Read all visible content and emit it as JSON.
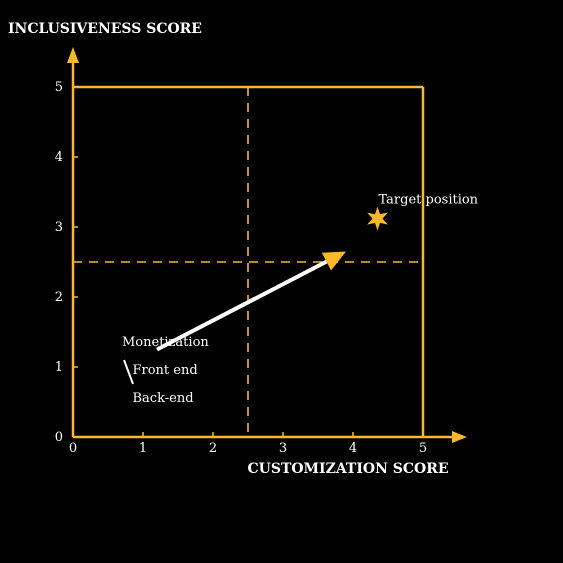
{
  "chart_data": {
    "type": "scatter",
    "ylabel": "INCLUSIVENESS SCORE",
    "xlabel": "CUSTOMIZATION SCORE",
    "xlim": [
      0,
      5
    ],
    "ylim": [
      0,
      5
    ],
    "x_ticks": [
      "0",
      "1",
      "2",
      "3",
      "4",
      "5"
    ],
    "y_ticks": [
      "0",
      "1",
      "2",
      "3",
      "4",
      "5"
    ],
    "grid": false,
    "quadrant_lines": {
      "x": 2.5,
      "y": 2.5
    },
    "labels": [
      {
        "text": "Monetization",
        "x": 0.7,
        "y": 1.3
      },
      {
        "text": "Front end",
        "x": 0.85,
        "y": 0.9
      },
      {
        "text": "Back-end",
        "x": 0.85,
        "y": 0.5
      }
    ],
    "arrow": {
      "from": [
        1.2,
        1.25
      ],
      "to": [
        3.9,
        2.65
      ]
    },
    "target": {
      "label": "Target position",
      "x": 4.35,
      "y": 3.12
    },
    "colors": {
      "accent": "#fbb829",
      "background": "#000000",
      "text": "#ffffff",
      "arrow": "#ffffff"
    }
  }
}
